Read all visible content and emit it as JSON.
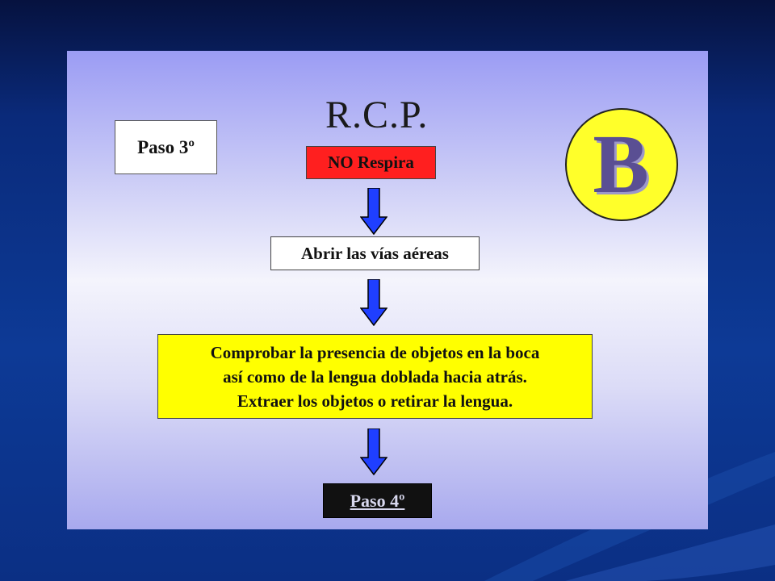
{
  "slide": {
    "title": "R.C.P.",
    "step_label": "Paso 3º",
    "badge_letter": "B",
    "flow": {
      "condition": "NO Respira",
      "action_1": "Abrir las vías aéreas",
      "action_2_lines": [
        "Comprobar la presencia de objetos en la boca",
        "así como de la lengua doblada hacia atrás.",
        "Extraer los objetos o retirar la lengua."
      ],
      "next_step_link": "Paso 4º"
    }
  },
  "colors": {
    "condition_box": "#ff1f1f",
    "action_2_box": "#ffff00",
    "next_step_box": "#111111",
    "arrow": "#1f3fff",
    "badge_fill": "#ffff2a",
    "badge_letter": "#5a4f93"
  }
}
